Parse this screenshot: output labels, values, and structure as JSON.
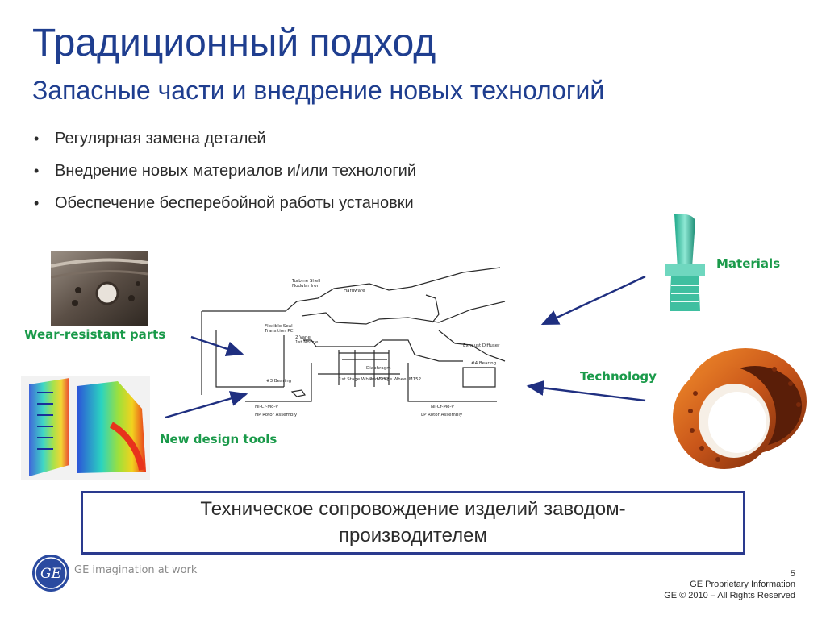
{
  "slide": {
    "title": "Традиционный подход",
    "subtitle": "Запасные части и внедрение новых технологий",
    "bullets": [
      "Регулярная замена деталей",
      "Внедрение новых материалов и/или технологий",
      "Обеспечение бесперебойной работы установки"
    ],
    "bullet_char": "•"
  },
  "callouts": {
    "wear": "Wear-resistant parts",
    "design": "New design tools",
    "materials": "Materials",
    "technology": "Technology"
  },
  "diagram_labels": {
    "turbine_shell": "Turbine Shell",
    "nodular_iron": "Nodular Iron",
    "hardware": "Hardware",
    "flexible_seal": "Flexible Seal",
    "transition_pc": "Transition PC",
    "two_stage_nozzle": "2 Vane",
    "first_nozzle": "1st Nozzle",
    "diaphragm": "Diaphragm",
    "exhaust_diffuser": "Exhaust Diffuser",
    "bearing_4": "#4 Bearing",
    "bearing_3": "#3 Bearing",
    "first_stage_wheel": "1st Stage Wheel M152",
    "second_stage_wheel": "2nd Stage Wheel M152",
    "hp_material": "Ni-Cr-Mo-V",
    "lp_material": "Ni-Cr-Mo-V",
    "hp_rotor": "HP Rotor Assembly",
    "lp_rotor": "LP Rotor Assembly"
  },
  "note": "Техническое сопровождение изделий заводом-производителем",
  "footer": {
    "tagline": "GE imagination at work",
    "logo_text": "GE",
    "page_number": "5",
    "proprietary": "GE Proprietary Information",
    "copyright": "GE © 2010 – All Rights Reserved"
  },
  "colors": {
    "title": "#1f3e8f",
    "callout": "#1a9a4a",
    "arrow": "#1f2f80",
    "box_border": "#2a3a8e"
  }
}
